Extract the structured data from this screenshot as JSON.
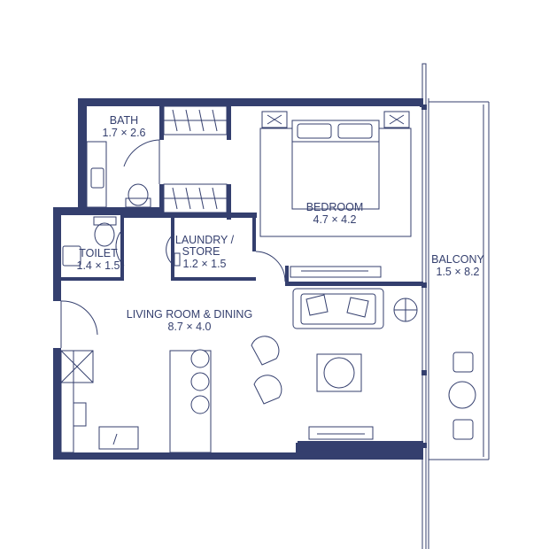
{
  "colors": {
    "wall": "#343f6e",
    "background": "#ffffff"
  },
  "rooms": {
    "bath": {
      "name": "BATH",
      "size": "1.7 × 2.6"
    },
    "bedroom": {
      "name": "BEDROOM",
      "size": "4.7 × 4.2"
    },
    "toilet": {
      "name": "TOILET",
      "size": "1.4 × 1.5"
    },
    "laundry": {
      "name_line1": "LAUNDRY /",
      "name_line2": "STORE",
      "size": "1.2 × 1.5"
    },
    "balcony": {
      "name": "BALCONY",
      "size": "1.5 × 8.2"
    },
    "living": {
      "name": "LIVING ROOM & DINING",
      "size": "8.7 × 4.0"
    }
  }
}
